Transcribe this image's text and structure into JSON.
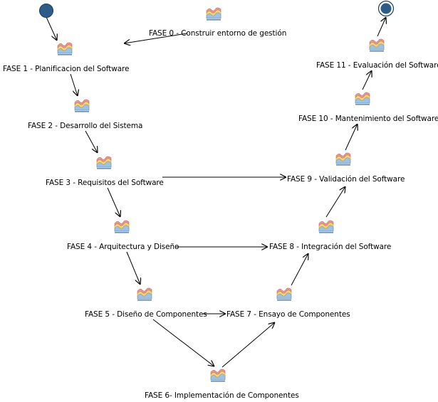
{
  "diagram": {
    "colors": {
      "background": "#ffffff",
      "node_fill": "#2e5c8a",
      "edge": "#000000",
      "icon_top": "#e89a8e",
      "icon_middle": "#f2d27a",
      "icon_bottom": "#9cc3e6"
    },
    "nodes": [
      {
        "id": "fase0",
        "label": "FASE 0 - Construir entorno de gestión"
      },
      {
        "id": "fase1",
        "label": "FASE 1 - Planificacion del Software"
      },
      {
        "id": "fase2",
        "label": "FASE 2 - Desarrollo del Sistema"
      },
      {
        "id": "fase3",
        "label": "FASE 3 - Requisitos del Software"
      },
      {
        "id": "fase4",
        "label": "FASE 4 - Arquitectura y Diseño"
      },
      {
        "id": "fase5",
        "label": "FASE 5 - Diseño de Componentes"
      },
      {
        "id": "fase6",
        "label": "FASE 6- Implementación de Componentes"
      },
      {
        "id": "fase7",
        "label": "FASE 7 - Ensayo de Componentes"
      },
      {
        "id": "fase8",
        "label": "FASE 8 - Integración del Software"
      },
      {
        "id": "fase9",
        "label": "FASE 9 - Validación del Software"
      },
      {
        "id": "fase10",
        "label": "FASE 10 - Mantenimiento del Software"
      },
      {
        "id": "fase11",
        "label": "FASE 11 - Evaluación del Software"
      }
    ],
    "edges": [
      {
        "from": "start",
        "to": "fase1"
      },
      {
        "from": "fase0",
        "to": "fase1"
      },
      {
        "from": "fase1",
        "to": "fase2"
      },
      {
        "from": "fase2",
        "to": "fase3"
      },
      {
        "from": "fase3",
        "to": "fase4"
      },
      {
        "from": "fase4",
        "to": "fase5"
      },
      {
        "from": "fase5",
        "to": "fase6"
      },
      {
        "from": "fase5",
        "to": "fase7"
      },
      {
        "from": "fase6",
        "to": "fase7"
      },
      {
        "from": "fase7",
        "to": "fase8"
      },
      {
        "from": "fase4",
        "to": "fase8"
      },
      {
        "from": "fase8",
        "to": "fase9"
      },
      {
        "from": "fase3",
        "to": "fase9"
      },
      {
        "from": "fase9",
        "to": "fase10"
      },
      {
        "from": "fase10",
        "to": "fase11"
      },
      {
        "from": "fase11",
        "to": "end"
      }
    ]
  }
}
